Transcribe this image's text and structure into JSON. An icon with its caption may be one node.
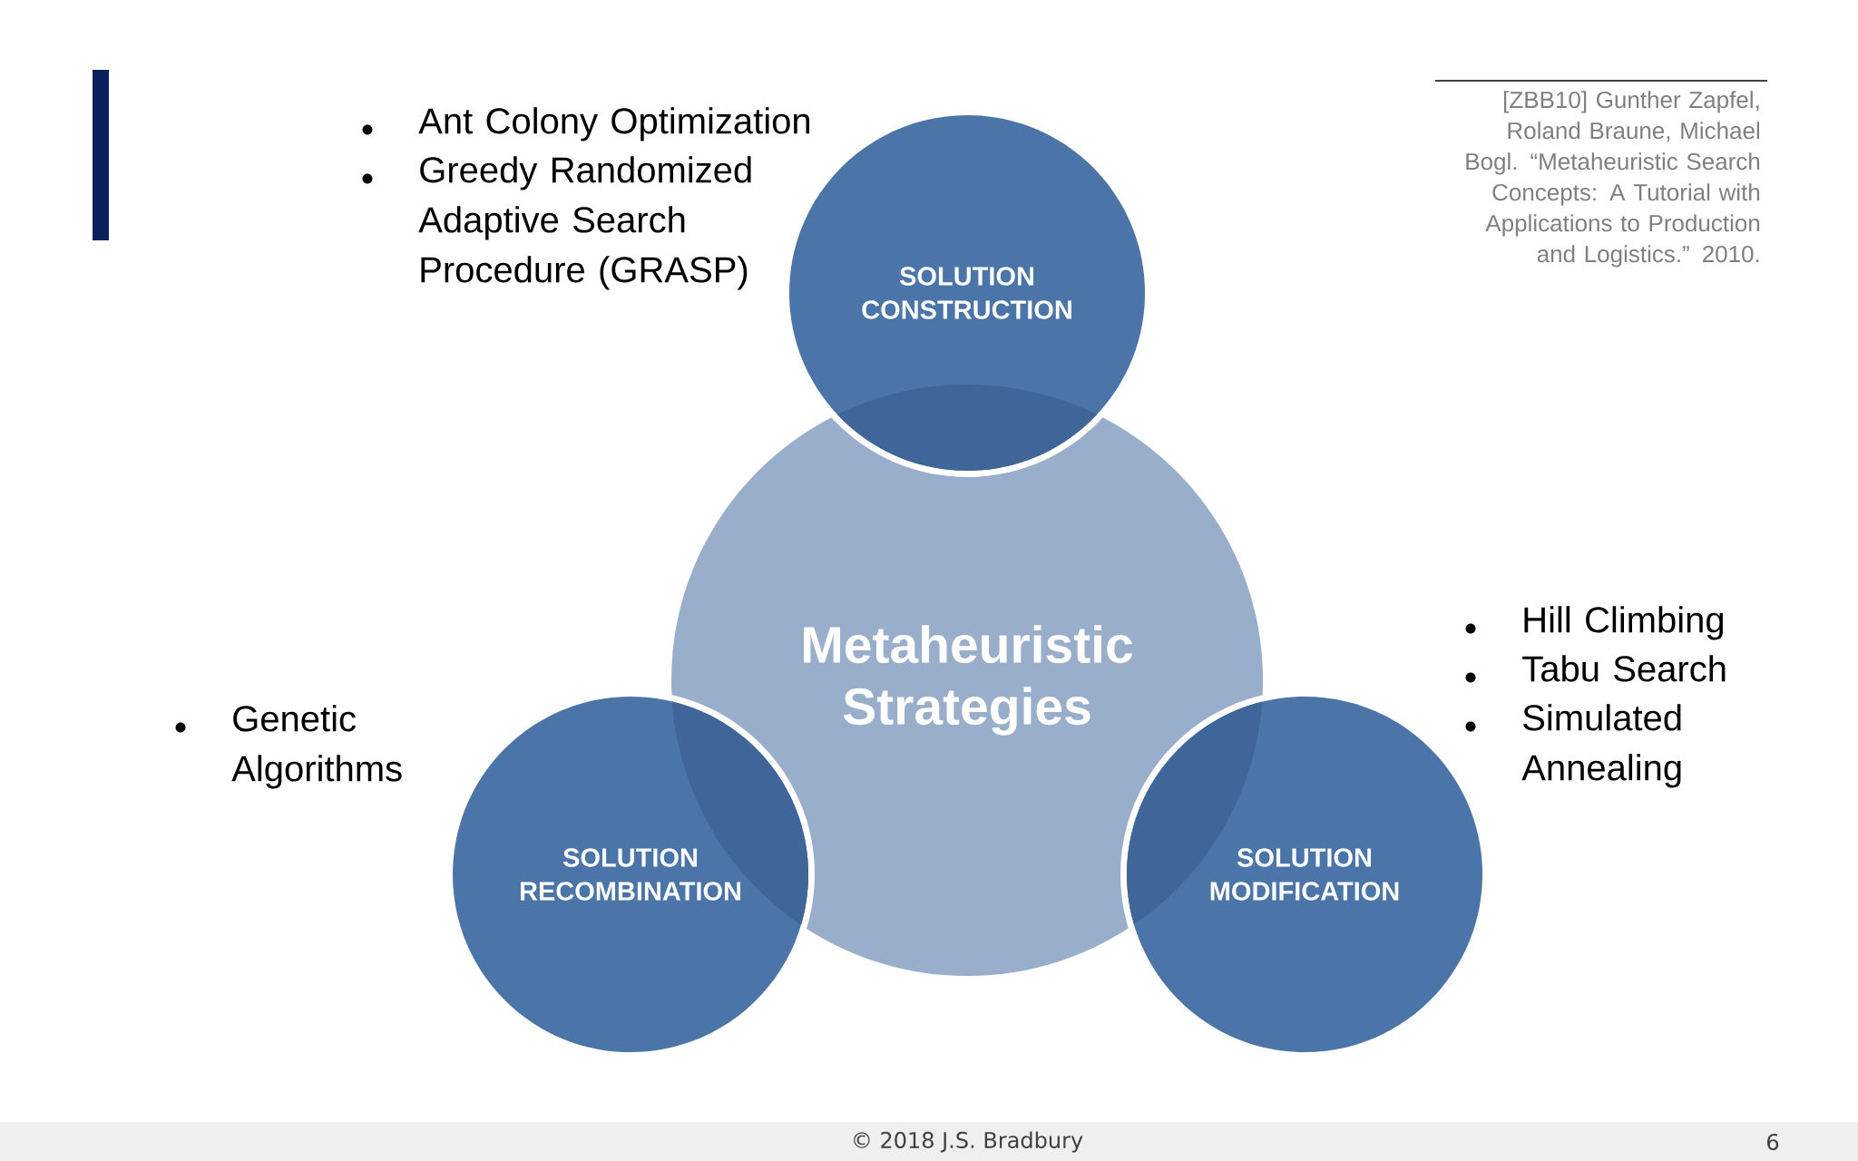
{
  "diagram": {
    "nodes": [
      {
        "text": [
          "Metaheuristic Strategies"
        ]
      },
      {
        "text": [
          "SOLUTION CONSTRUCTION"
        ]
      },
      {
        "text": [
          "SOLUTION RECOMBINATION"
        ]
      },
      {
        "text": [
          "SOLUTION MODIFICATION"
        ]
      }
    ],
    "edges": [],
    "labels": [
      "Ant Colony Optimization",
      "Greedy Randomized Adaptive Search Procedure (GRASP)",
      "[ZBB10] Gunther Zapfel, Roland Braune, Michael Bogl. “Metaheuristic Search Concepts: A Tutorial with Applications to Production and Logistics.” 2010.",
      "Hill Climbing",
      "Tabu Search",
      "Simulated Annealing",
      "Genetic Algorithms",
      "© 2018 J.S. Bradbury",
      "6"
    ]
  }
}
